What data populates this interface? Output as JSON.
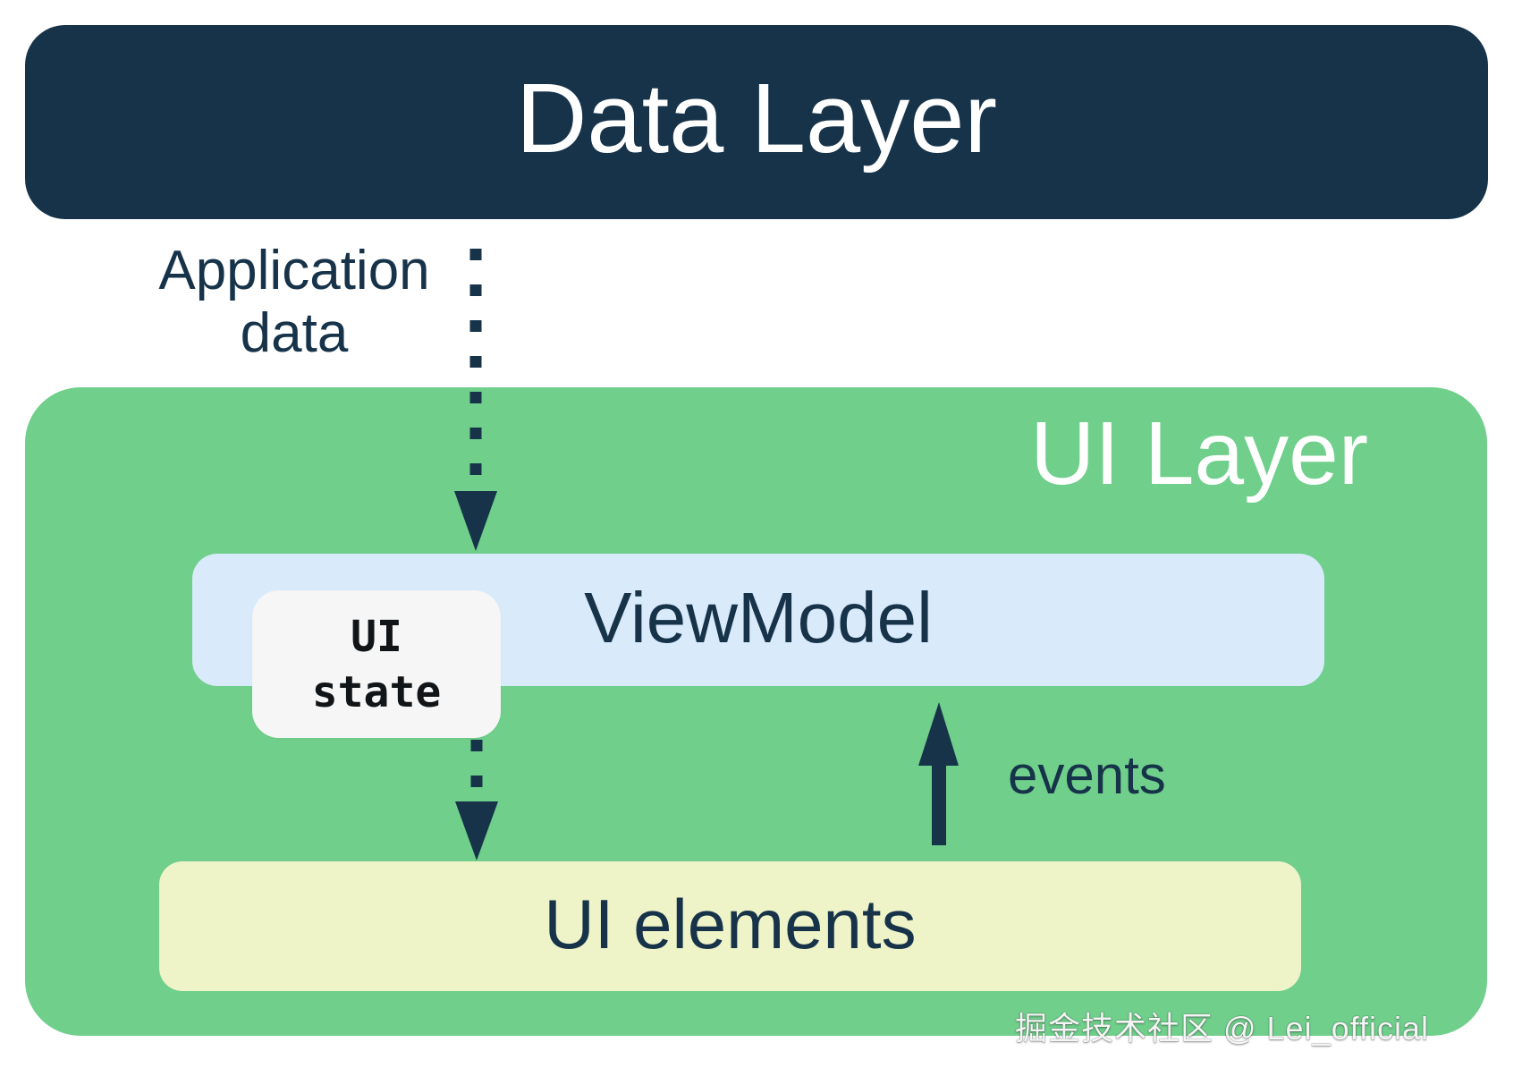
{
  "diagram": {
    "data_layer": {
      "label": "Data Layer"
    },
    "app_data_label": {
      "line1": "Application",
      "line2": "data"
    },
    "ui_layer": {
      "label": "UI Layer"
    },
    "viewmodel": {
      "label": "ViewModel"
    },
    "ui_state": {
      "line1": "UI",
      "line2": "state"
    },
    "ui_elements": {
      "label": "UI elements"
    },
    "events_label": "events",
    "watermark": "掘金技术社区 @ Lei_official"
  },
  "colors": {
    "navy": "#17334A",
    "green": "#6FCF8B",
    "light_blue": "#D9EAFA",
    "state_bg": "#F5F6F5",
    "yellow": "#EFF3C8"
  }
}
